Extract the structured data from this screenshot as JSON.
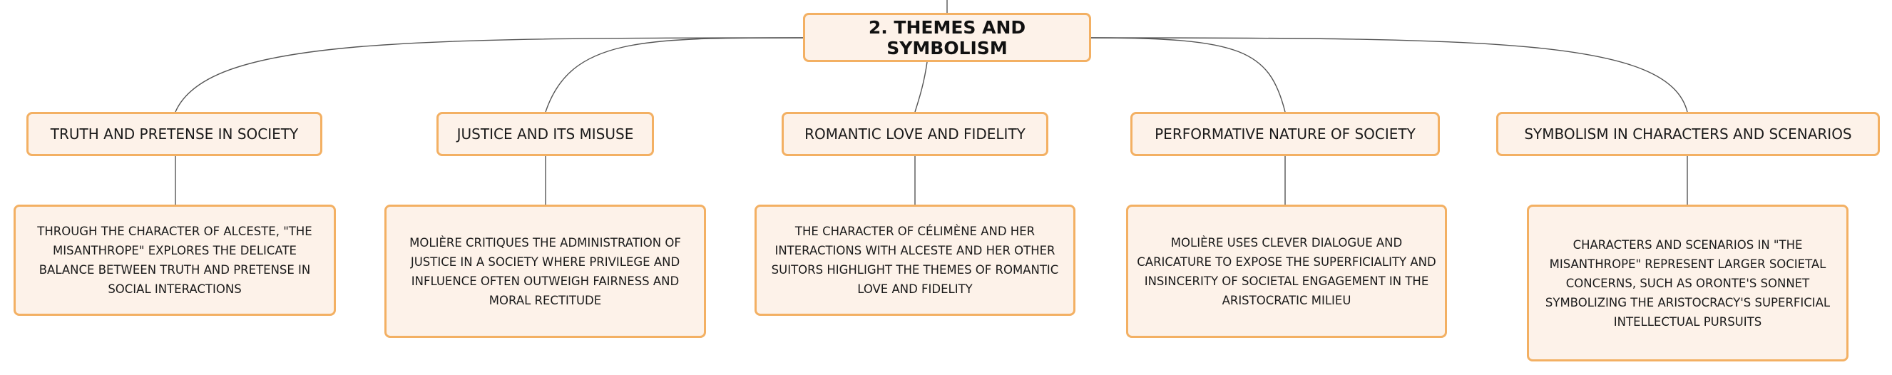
{
  "root": {
    "title": "2. THEMES AND SYMBOLISM"
  },
  "topics": [
    {
      "label": "TRUTH AND PRETENSE IN SOCIETY",
      "description": "THROUGH THE CHARACTER OF ALCESTE, \"THE MISANTHROPE\" EXPLORES THE DELICATE BALANCE BETWEEN TRUTH AND PRETENSE IN SOCIAL INTERACTIONS"
    },
    {
      "label": "JUSTICE AND ITS MISUSE",
      "description": "MOLIÈRE CRITIQUES THE ADMINISTRATION OF JUSTICE IN A SOCIETY WHERE PRIVILEGE AND INFLUENCE OFTEN OUTWEIGH FAIRNESS AND MORAL RECTITUDE"
    },
    {
      "label": "ROMANTIC LOVE AND FIDELITY",
      "description": "THE CHARACTER OF CÉLIMÈNE AND HER INTERACTIONS WITH ALCESTE AND HER OTHER SUITORS HIGHLIGHT THE THEMES OF ROMANTIC LOVE AND FIDELITY"
    },
    {
      "label": "PERFORMATIVE NATURE OF SOCIETY",
      "description": "MOLIÈRE USES CLEVER DIALOGUE AND CARICATURE TO EXPOSE THE SUPERFICIALITY AND INSINCERITY OF SOCIETAL ENGAGEMENT IN THE ARISTOCRATIC MILIEU"
    },
    {
      "label": "SYMBOLISM IN CHARACTERS AND SCENARIOS",
      "description": "CHARACTERS AND SCENARIOS IN \"THE MISANTHROPE\" REPRESENT LARGER SOCIETAL CONCERNS, SUCH AS ORONTE'S SONNET SYMBOLIZING THE ARISTOCRACY'S SUPERFICIAL INTELLECTUAL PURSUITS"
    }
  ],
  "colors": {
    "node_fill": "#fdf2e9",
    "node_border": "#f3b063",
    "connector": "#555555"
  }
}
